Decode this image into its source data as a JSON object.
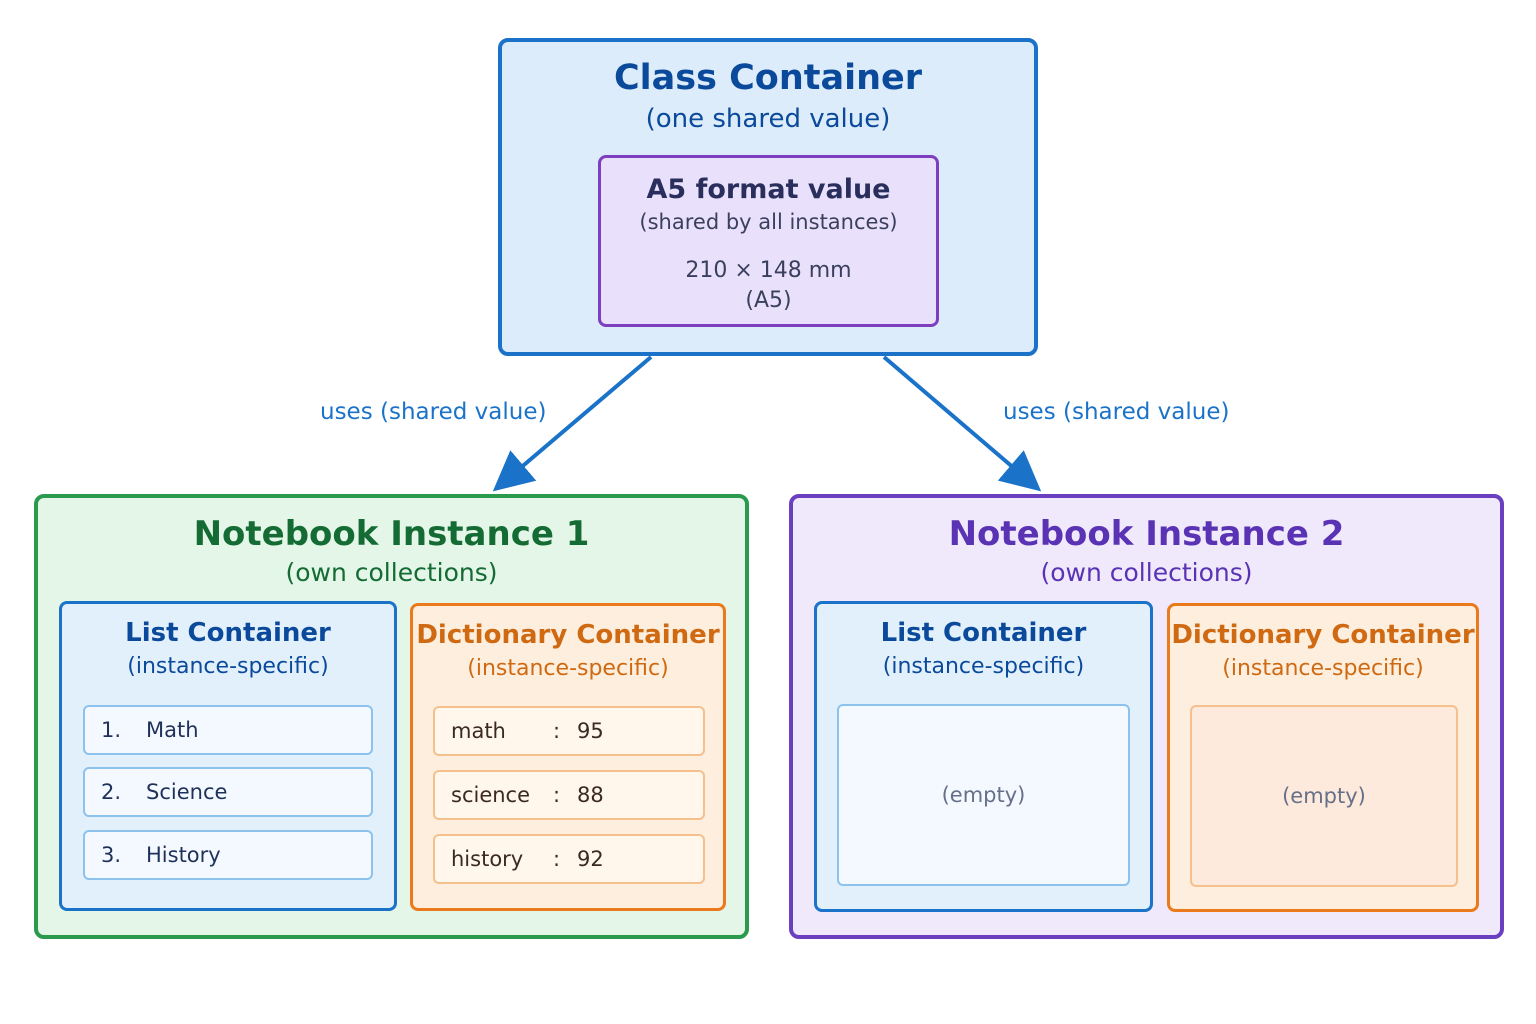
{
  "class_container": {
    "title": "Class Container",
    "subtitle": "(one shared value)",
    "value": {
      "title": "A5 format value",
      "subtitle": "(shared by all instances)",
      "dimensions": "210 × 148 mm",
      "format": "(A5)"
    }
  },
  "arrows": {
    "left_label": "uses (shared value)",
    "right_label": "uses (shared value)"
  },
  "instances": [
    {
      "title": "Notebook Instance 1",
      "subtitle": "(own collections)",
      "list": {
        "title": "List Container",
        "subtitle": "(instance-specific)",
        "items": [
          {
            "index": "1.",
            "label": "Math"
          },
          {
            "index": "2.",
            "label": "Science"
          },
          {
            "index": "3.",
            "label": "History"
          }
        ]
      },
      "dict": {
        "title": "Dictionary Container",
        "subtitle": "(instance-specific)",
        "entries": [
          {
            "key": "math",
            "sep": ":",
            "value": "95"
          },
          {
            "key": "science",
            "sep": ":",
            "value": "88"
          },
          {
            "key": "history",
            "sep": ":",
            "value": "92"
          }
        ]
      }
    },
    {
      "title": "Notebook Instance 2",
      "subtitle": "(own collections)",
      "list": {
        "title": "List Container",
        "subtitle": "(instance-specific)",
        "empty_text": "(empty)"
      },
      "dict": {
        "title": "Dictionary Container",
        "subtitle": "(instance-specific)",
        "empty_text": "(empty)"
      }
    }
  ],
  "colors": {
    "class_border": "#1a73c8",
    "value_border": "#7d3fc0",
    "instance1_border": "#2a9a4c",
    "instance2_border": "#6a3fc0",
    "list_border": "#1a73c8",
    "dict_border": "#ea7a1c",
    "arrow": "#1a73c8"
  }
}
